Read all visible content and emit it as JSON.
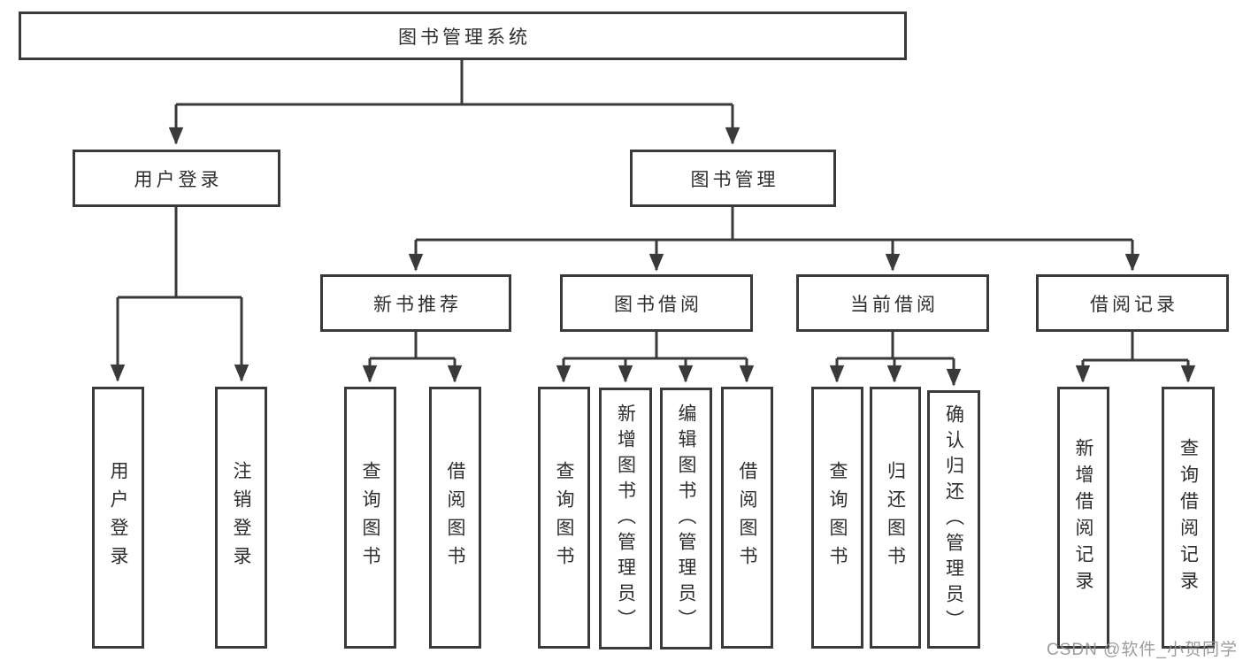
{
  "diagram": {
    "root": {
      "label": "图书管理系统"
    },
    "branches": [
      {
        "label": "用户登录",
        "children": [
          {
            "label": "用户登录"
          },
          {
            "label": "注销登录"
          }
        ]
      },
      {
        "label": "图书管理",
        "children": [
          {
            "label": "新书推荐",
            "children": [
              {
                "label": "查询图书"
              },
              {
                "label": "借阅图书"
              }
            ]
          },
          {
            "label": "图书借阅",
            "children": [
              {
                "label": "查询图书"
              },
              {
                "label": "新增图书（管理员）"
              },
              {
                "label": "编辑图书（管理员）"
              },
              {
                "label": "借阅图书"
              }
            ]
          },
          {
            "label": "当前借阅",
            "children": [
              {
                "label": "查询图书"
              },
              {
                "label": "归还图书"
              },
              {
                "label": "确认归还（管理员）"
              }
            ]
          },
          {
            "label": "借阅记录",
            "children": [
              {
                "label": "新增借阅记录"
              },
              {
                "label": "查询借阅记录"
              }
            ]
          }
        ]
      }
    ],
    "watermark": "CSDN @软件_小贺同学",
    "colors": {
      "line": "#3a3a3a",
      "text": "#2e2e2e",
      "watermark": "#949499",
      "background": "#ffffff"
    }
  }
}
